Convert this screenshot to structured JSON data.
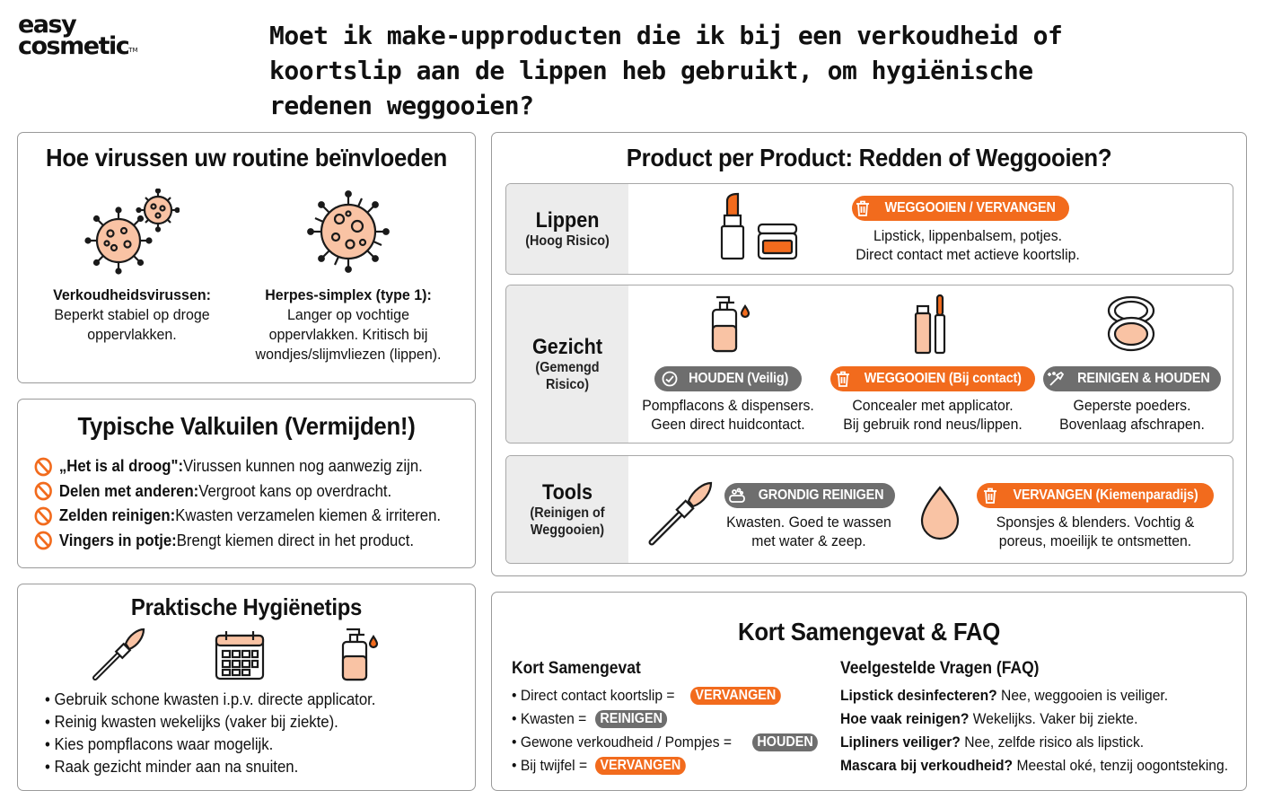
{
  "logo": {
    "line1": "easy",
    "line2": "cosmetic",
    "tm": "TM"
  },
  "main_title": "Moet ik make-upproducten die ik bij een verkoudheid of koortslip aan de lippen heb gebruikt, om hygiënische redenen weggooien?",
  "viruses": {
    "title": "Hoe virussen uw routine beïnvloeden",
    "cold": {
      "name": "Verkoudheidsvirussen:",
      "line1": "Beperkt stabiel op droge",
      "line2": "oppervlakken."
    },
    "herpes": {
      "name": "Herpes-simplex (type 1):",
      "line1": "Langer op vochtige",
      "line2": "oppervlakken. Kritisch bij",
      "line3": "wondjes/slijmvliezen (lippen)."
    }
  },
  "pitfalls": {
    "title": "Typische Valkuilen (Vermijden!)",
    "items": [
      {
        "bold": "„Het is al droog\":",
        "text": " Virussen kunnen nog aanwezig zijn."
      },
      {
        "bold": "Delen met anderen:",
        "text": " Vergroot kans op overdracht."
      },
      {
        "bold": "Zelden reinigen:",
        "text": " Kwasten verzamelen kiemen & irriteren."
      },
      {
        "bold": "Vingers in potje:",
        "text": " Brengt kiemen direct in het product."
      }
    ]
  },
  "tips": {
    "title": "Praktische Hygiënetips",
    "items": [
      "• Gebruik schone kwasten i.p.v. directe applicator.",
      "• Reinig kwasten wekelijks (vaker bij ziekte).",
      "• Kies pompflacons waar mogelijk.",
      "• Raak gezicht minder aan na snuiten."
    ]
  },
  "products": {
    "title": "Product per Product: Redden of Weggooien?",
    "lips": {
      "label": "Lippen",
      "risk": "(Hoog Risico)",
      "pill": "WEGGOOIEN / VERVANGEN",
      "desc1": "Lipstick, lippenbalsem, potjes.",
      "desc2": "Direct contact met actieve koortslip."
    },
    "face": {
      "label": "Gezicht",
      "risk": "(Gemengd Risico)",
      "items": [
        {
          "pill": "HOUDEN (Veilig)",
          "desc1": "Pompflacons & dispensers.",
          "desc2": "Geen direct huidcontact."
        },
        {
          "pill": "WEGGOOIEN (Bij contact)",
          "desc1": "Concealer met applicator.",
          "desc2": "Bij gebruik rond neus/lippen."
        },
        {
          "pill": "REINIGEN & HOUDEN",
          "desc1": "Geperste poeders.",
          "desc2": "Bovenlaag afschrapen."
        }
      ]
    },
    "tools": {
      "label": "Tools",
      "risk1": "(Reinigen of",
      "risk2": "Weggooien)",
      "items": [
        {
          "pill": "GRONDIG REINIGEN",
          "desc1": "Kwasten. Goed te wassen",
          "desc2": "met water & zeep."
        },
        {
          "pill": "VERVANGEN (Kiemenparadijs)",
          "desc1": "Sponsjes & blenders. Vochtig &",
          "desc2": "poreus, moeilijk te ontsmetten."
        }
      ]
    }
  },
  "summary": {
    "title": "Kort Samengevat & FAQ",
    "left_head": "Kort Samengevat",
    "lines": [
      {
        "text": "• Direct contact koortslip =",
        "tag": "VERVANGEN",
        "color": "orange"
      },
      {
        "text": "• Kwasten =",
        "tag": "REINIGEN",
        "color": "gray"
      },
      {
        "text": "• Gewone verkoudheid / Pompjes =",
        "tag": "HOUDEN",
        "color": "gray"
      },
      {
        "text": "• Bij twijfel =",
        "tag": "VERVANGEN",
        "color": "orange"
      }
    ],
    "right_head": "Veelgestelde Vragen (FAQ)",
    "faq": [
      {
        "q": "Lipstick desinfecteren?",
        "a": " Nee, weggooien is veiliger."
      },
      {
        "q": "Hoe vaak reinigen?",
        "a": " Wekelijks. Vaker bij ziekte."
      },
      {
        "q": "Lipliners veiliger?",
        "a": " Nee, zelfde risico als lipstick."
      },
      {
        "q": "Mascara bij verkoudheid?",
        "a": " Meestal oké, tenzij oogontsteking."
      }
    ]
  },
  "colors": {
    "accent": "#f26b1d",
    "gray_pill": "#6e6e6e",
    "peach": "#f9c3a4",
    "border": "#9a9a9a"
  }
}
